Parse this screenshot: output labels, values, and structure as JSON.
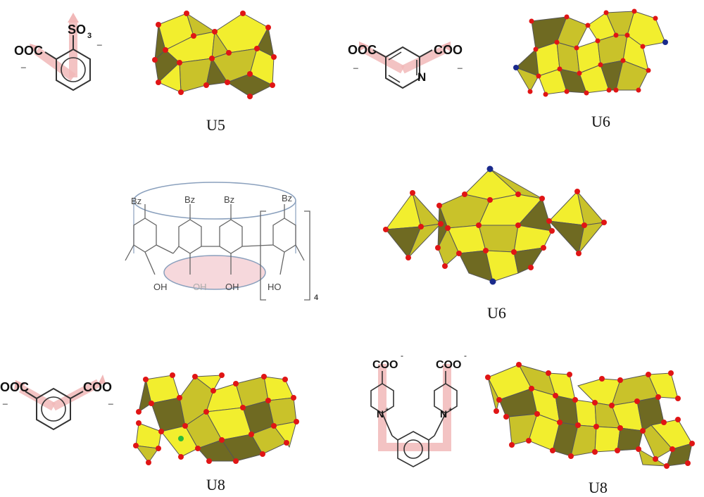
{
  "figure": {
    "panels": [
      {
        "label": "U5"
      },
      {
        "label": "U6"
      },
      {
        "label": "U6"
      },
      {
        "label": "U8"
      },
      {
        "label": "U8"
      }
    ],
    "ligands": {
      "sulfobenzoate": {
        "cooh": "OOC",
        "so3": "SO",
        "so3_sub": "3",
        "minus": "_"
      },
      "pyridinedicarboxylate": {
        "left": "OOC",
        "right": "COO",
        "n": "N",
        "minus": "_"
      },
      "calixarene": {
        "bz": "Bz",
        "oh": "OH",
        "ho": "HO",
        "n": "4"
      },
      "isophthalate": {
        "left": "OOC",
        "right": "COO",
        "minus": "_"
      },
      "bispyridinium": {
        "coo": "COO",
        "minus": "-",
        "n": "N",
        "plus": "+"
      }
    },
    "colors": {
      "polyhedron_light": "#f2ee2e",
      "polyhedron_mid": "#c9c22a",
      "polyhedron_dark": "#6f6a22",
      "oxygen": "#e01515",
      "nitrogen": "#1a2a8c",
      "highlight": "#f1b8b8"
    }
  }
}
